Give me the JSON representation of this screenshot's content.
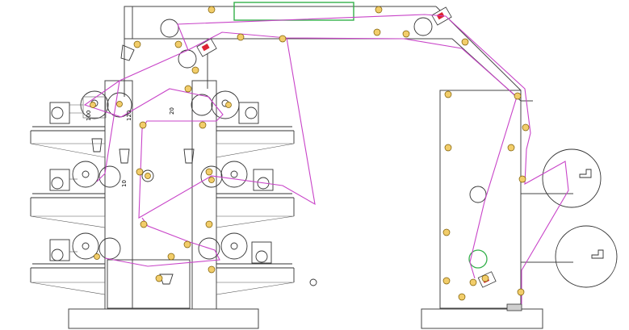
{
  "colors": {
    "web_path": "#c844c8",
    "idler_fill": "#f2cd6a",
    "highlight_green": "#33b04a",
    "line": "#333333"
  },
  "labels": {
    "unit_left_top_a": "100",
    "unit_left_top_b": "120",
    "unit_center_top": "20",
    "unit_left_mid": "10"
  }
}
